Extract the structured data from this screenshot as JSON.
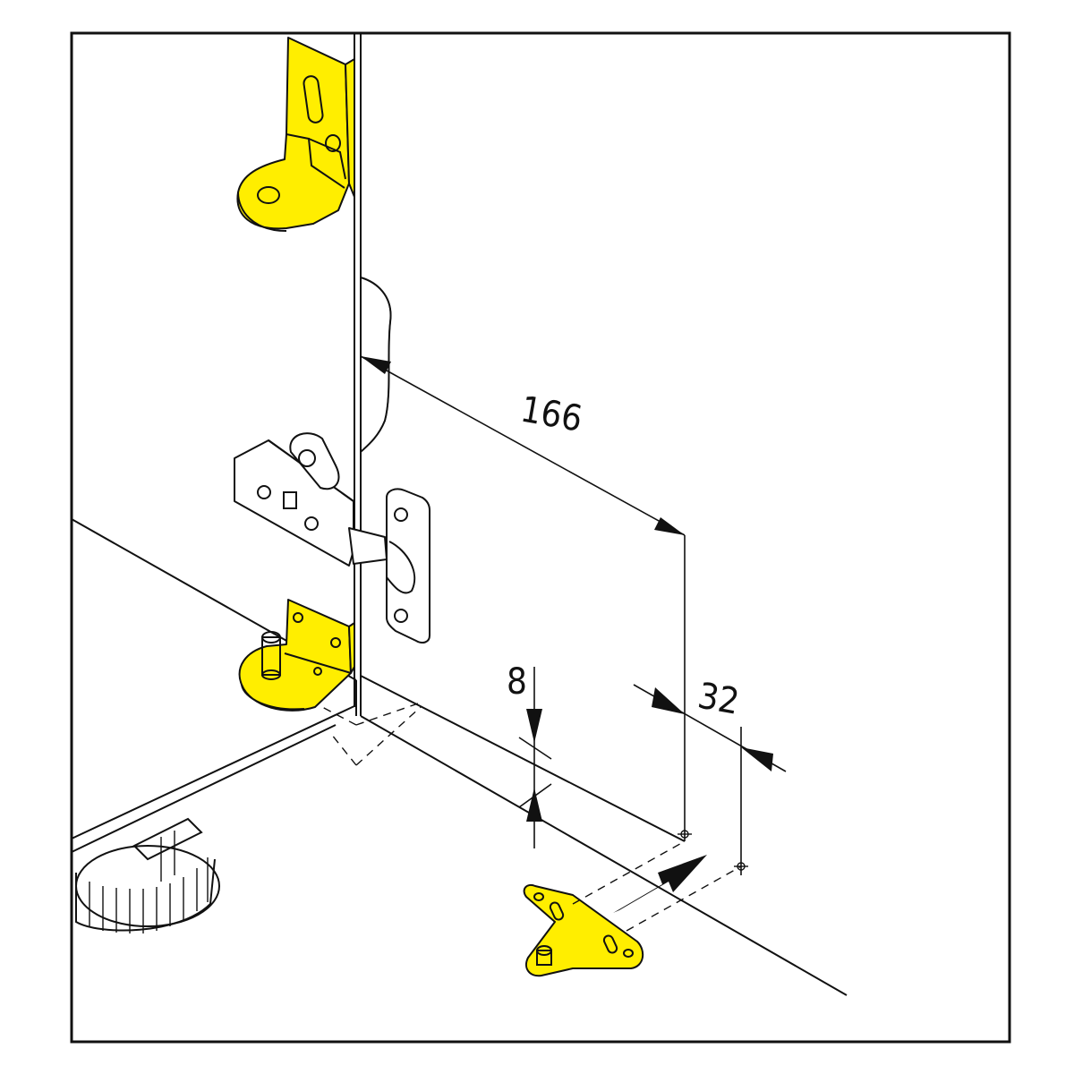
{
  "dimensions": {
    "dim_166": "166",
    "dim_8": "8",
    "dim_32": "32"
  },
  "colors": {
    "highlight": "#ffee00",
    "line": "#111111",
    "shade": "#9a9a9a",
    "background": "#ffffff"
  }
}
